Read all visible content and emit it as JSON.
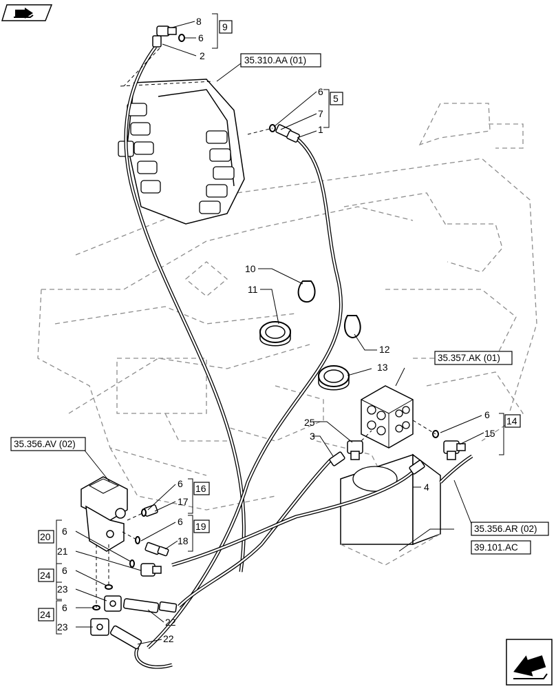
{
  "callouts": [
    {
      "id": "c8a",
      "text": "8"
    },
    {
      "id": "c6a",
      "text": "6"
    },
    {
      "id": "c2",
      "text": "2"
    },
    {
      "id": "c6b",
      "text": "6"
    },
    {
      "id": "c7",
      "text": "7"
    },
    {
      "id": "c1",
      "text": "1"
    },
    {
      "id": "c10",
      "text": "10"
    },
    {
      "id": "c11",
      "text": "11"
    },
    {
      "id": "c12",
      "text": "12"
    },
    {
      "id": "c13",
      "text": "13"
    },
    {
      "id": "c25",
      "text": "25"
    },
    {
      "id": "c3",
      "text": "3"
    },
    {
      "id": "c4",
      "text": "4"
    },
    {
      "id": "c6c",
      "text": "6"
    },
    {
      "id": "c15",
      "text": "15"
    },
    {
      "id": "c6d",
      "text": "6"
    },
    {
      "id": "c17",
      "text": "17"
    },
    {
      "id": "c6e",
      "text": "6"
    },
    {
      "id": "c18",
      "text": "18"
    },
    {
      "id": "c6f",
      "text": "6"
    },
    {
      "id": "c21",
      "text": "21"
    },
    {
      "id": "c6g",
      "text": "6"
    },
    {
      "id": "c23a",
      "text": "23"
    },
    {
      "id": "c22a",
      "text": "22"
    },
    {
      "id": "c6h",
      "text": "6"
    },
    {
      "id": "c23b",
      "text": "23"
    },
    {
      "id": "c22b",
      "text": "22"
    }
  ],
  "group_boxes": [
    {
      "id": "g9",
      "text": "9"
    },
    {
      "id": "g5",
      "text": "5"
    },
    {
      "id": "g14",
      "text": "14"
    },
    {
      "id": "g16",
      "text": "16"
    },
    {
      "id": "g19",
      "text": "19"
    },
    {
      "id": "g20",
      "text": "20"
    },
    {
      "id": "g24a",
      "text": "24"
    },
    {
      "id": "g24b",
      "text": "24"
    }
  ],
  "references": [
    {
      "id": "r1",
      "text": "35.310.AA (01)"
    },
    {
      "id": "r2",
      "text": "35.357.AK (01)"
    },
    {
      "id": "r3",
      "text": "35.356.AV (02)"
    },
    {
      "id": "r4",
      "text": "35.356.AR (02)"
    },
    {
      "id": "r5",
      "text": "39.101.AC"
    }
  ],
  "icons": {
    "top_left": "book-arrow-icon",
    "bottom_right": "next-page-arrow-icon"
  }
}
